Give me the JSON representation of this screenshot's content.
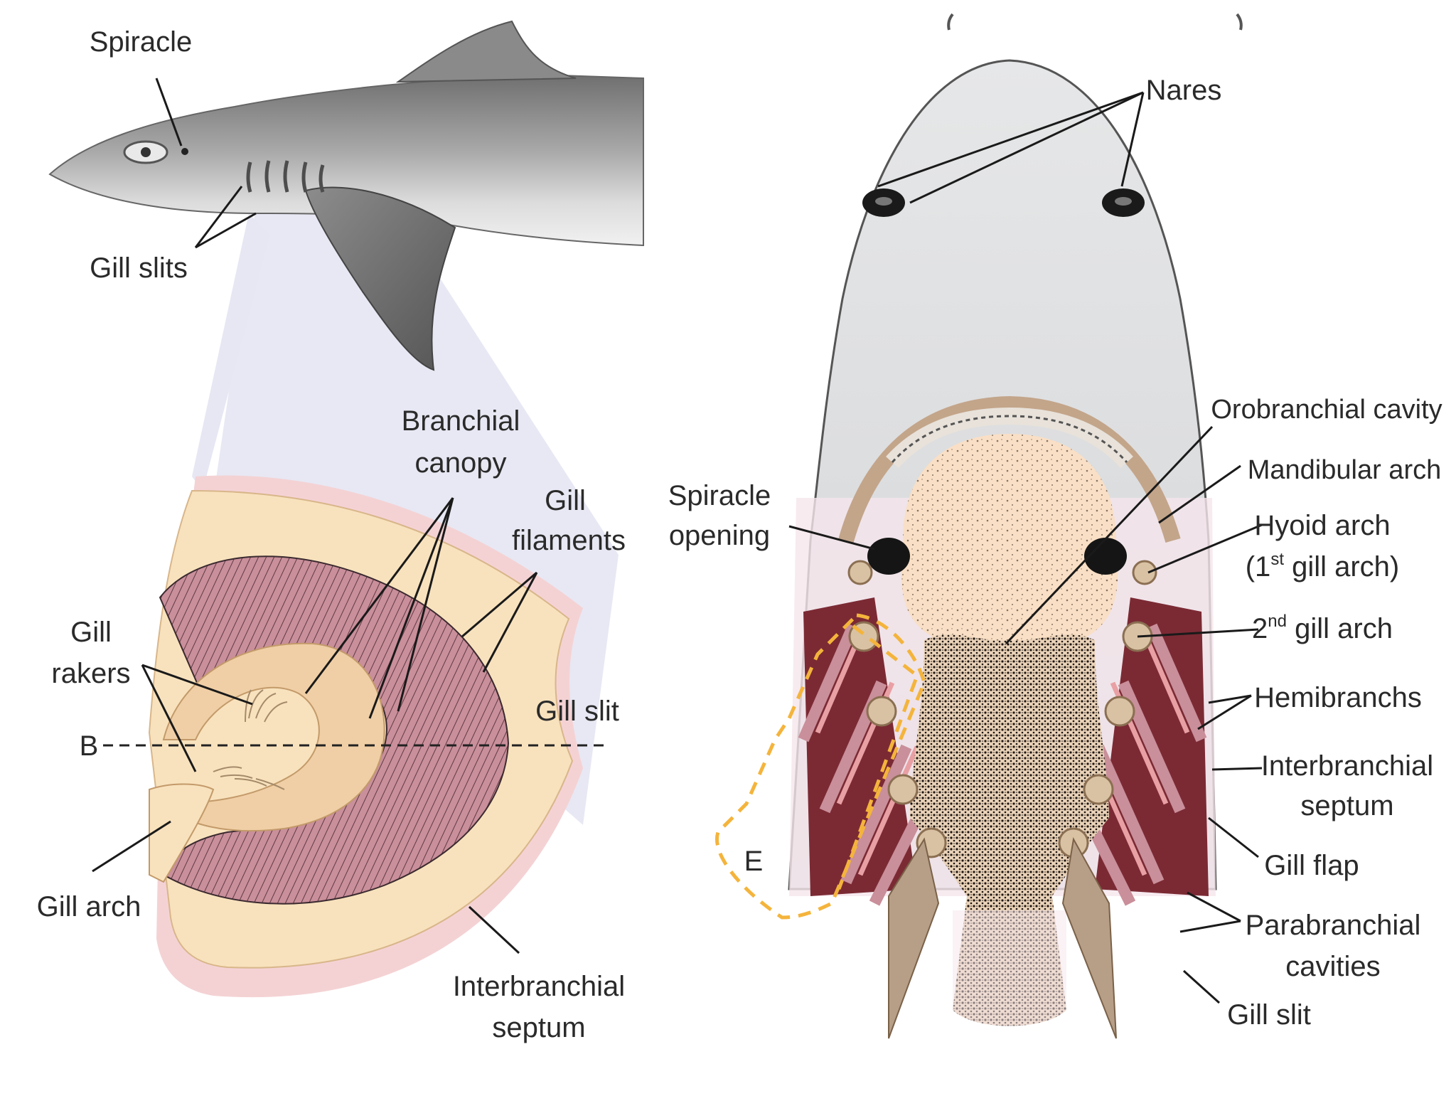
{
  "figure": {
    "left_panel": {
      "labels": {
        "spiracle": "Spiracle",
        "gill_slits": "Gill slits",
        "branchial_canopy_1": "Branchial",
        "branchial_canopy_2": "canopy",
        "gill_filaments_1": "Gill",
        "gill_filaments_2": "filaments",
        "gill_rakers_1": "Gill",
        "gill_rakers_2": "rakers",
        "gill_slit": "Gill slit",
        "section_b": "B",
        "gill_arch": "Gill arch",
        "interbranchial_septum_1": "Interbranchial",
        "interbranchial_septum_2": "septum"
      }
    },
    "right_panel": {
      "labels": {
        "nares": "Nares",
        "orobranchial_cavity": "Orobranchial cavity",
        "mandibular_arch": "Mandibular arch",
        "spiracle_opening_1": "Spiracle",
        "spiracle_opening_2": "opening",
        "hyoid_arch_1": "Hyoid arch",
        "hyoid_arch_2_pre": "(1",
        "hyoid_arch_2_sup": "st",
        "hyoid_arch_2_post": " gill arch)",
        "second_gill_arch_pre": "2",
        "second_gill_arch_sup": "nd",
        "second_gill_arch_post": " gill arch",
        "hemibranchs": "Hemibranchs",
        "interbranchial_septum_1": "Interbranchial",
        "interbranchial_septum_2": "septum",
        "gill_flap": "Gill flap",
        "parabranchial_cavities_1": "Parabranchial",
        "parabranchial_cavities_2": "cavities",
        "gill_slit": "Gill slit",
        "section_e": "E"
      }
    },
    "colors": {
      "arch_cream": "#f8e2bd",
      "filament_pink": "#c98f9a",
      "septum_pink": "#f4d2d4",
      "highlight_orange": "#f4b43c",
      "snout_gray": "#d9dadb"
    }
  }
}
